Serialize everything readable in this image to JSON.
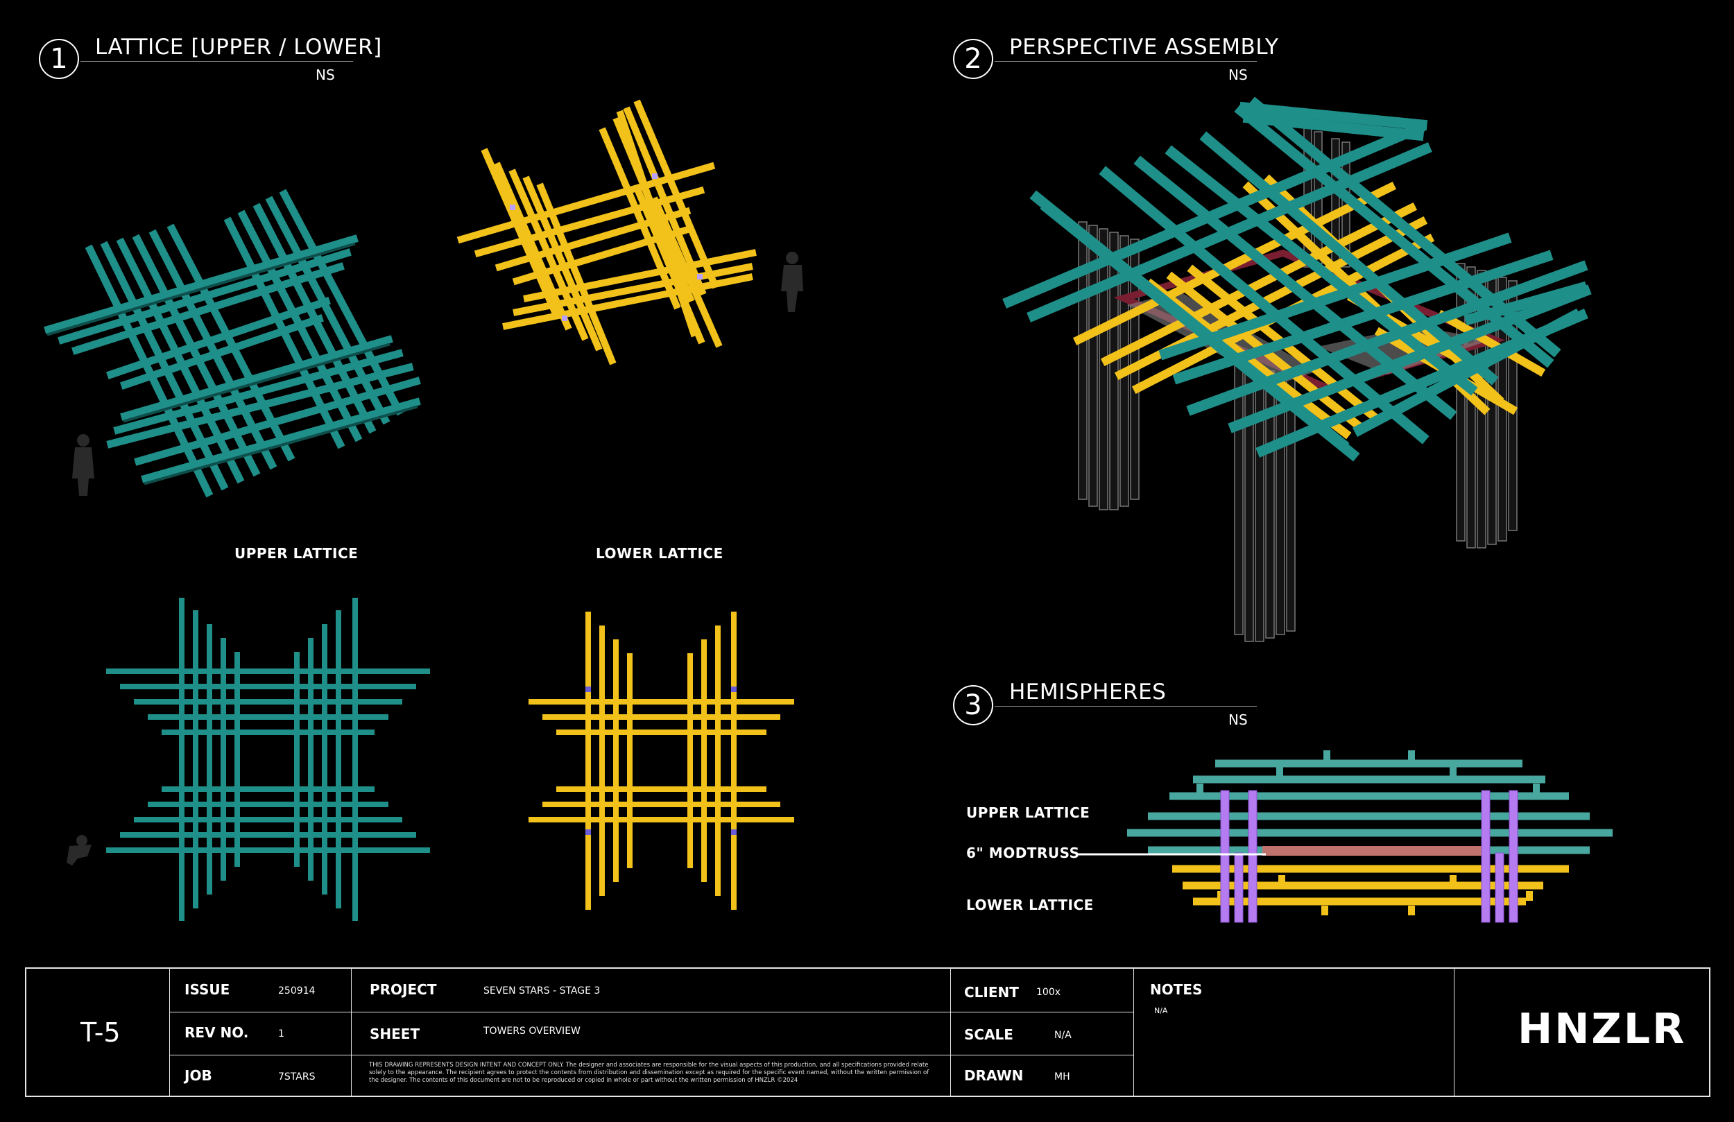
{
  "sections": [
    {
      "number": "1",
      "title": "LATTICE [UPPER / LOWER]",
      "scale": "NS"
    },
    {
      "number": "2",
      "title": "PERSPECTIVE ASSEMBLY",
      "scale": "NS"
    },
    {
      "number": "3",
      "title": "HEMISPHERES",
      "scale": "NS"
    }
  ],
  "captions": {
    "upper_lattice": "UPPER LATTICE",
    "lower_lattice": "LOWER LATTICE"
  },
  "hemispheres_labels": {
    "upper": "UPPER LATTICE",
    "modtruss": "6\" MODTRUSS",
    "lower": "LOWER LATTICE"
  },
  "colors": {
    "upper_lattice": "#1f8f8a",
    "lower_lattice": "#f2c21b",
    "modtruss": "#b9a0ff",
    "truss_beam": "#c0736e",
    "tower": "#6a6a6a",
    "background": "#000000"
  },
  "title_block": {
    "sheet_number": "T-5",
    "issue_label": "ISSUE",
    "issue_value": "250914",
    "rev_label": "REV NO.",
    "rev_value": "1",
    "job_label": "JOB",
    "job_value": "7STARS",
    "project_label": "PROJECT",
    "project_value": "SEVEN STARS - STAGE 3",
    "sheet_label": "SHEET",
    "sheet_value": "TOWERS OVERVIEW",
    "disclaimer": "THIS DRAWING REPRESENTS DESIGN INTENT AND CONCEPT ONLY. The designer and associates are responsible for the visual aspects of this production, and all specifications provided relate solely to the appearance. The recipient agrees to protect the contents from distribution and dissemination except as required for the specific event named, without the written permission of the designer. The contents of this document are not to be reproduced or copied in whole or part without the written permission of HNZLR ©2024",
    "client_label": "CLIENT",
    "client_value": "100x",
    "scale_label": "SCALE",
    "scale_value": "N/A",
    "drawn_label": "DRAWN",
    "drawn_value": "MH",
    "notes_label": "NOTES",
    "notes_value": "N/A",
    "logo": "HNZLR"
  }
}
